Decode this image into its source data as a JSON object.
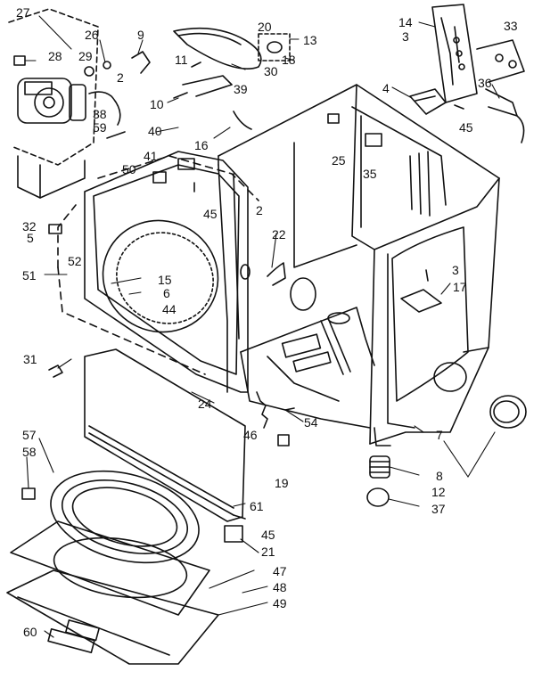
{
  "diagram": {
    "ink_color": "#111111",
    "callouts": [
      "27",
      "26",
      "9",
      "20",
      "13",
      "14",
      "33",
      "28",
      "29",
      "11",
      "18",
      "30",
      "3",
      "2",
      "39",
      "36",
      "4",
      "10",
      "38",
      "59",
      "40",
      "16",
      "41",
      "25",
      "35",
      "45",
      "50",
      "32",
      "5",
      "51",
      "52",
      "15",
      "6",
      "44",
      "31",
      "24",
      "46",
      "54",
      "22",
      "17",
      "7",
      "19",
      "8",
      "57",
      "58",
      "12",
      "37",
      "61",
      "21",
      "47",
      "48",
      "49",
      "60"
    ]
  }
}
